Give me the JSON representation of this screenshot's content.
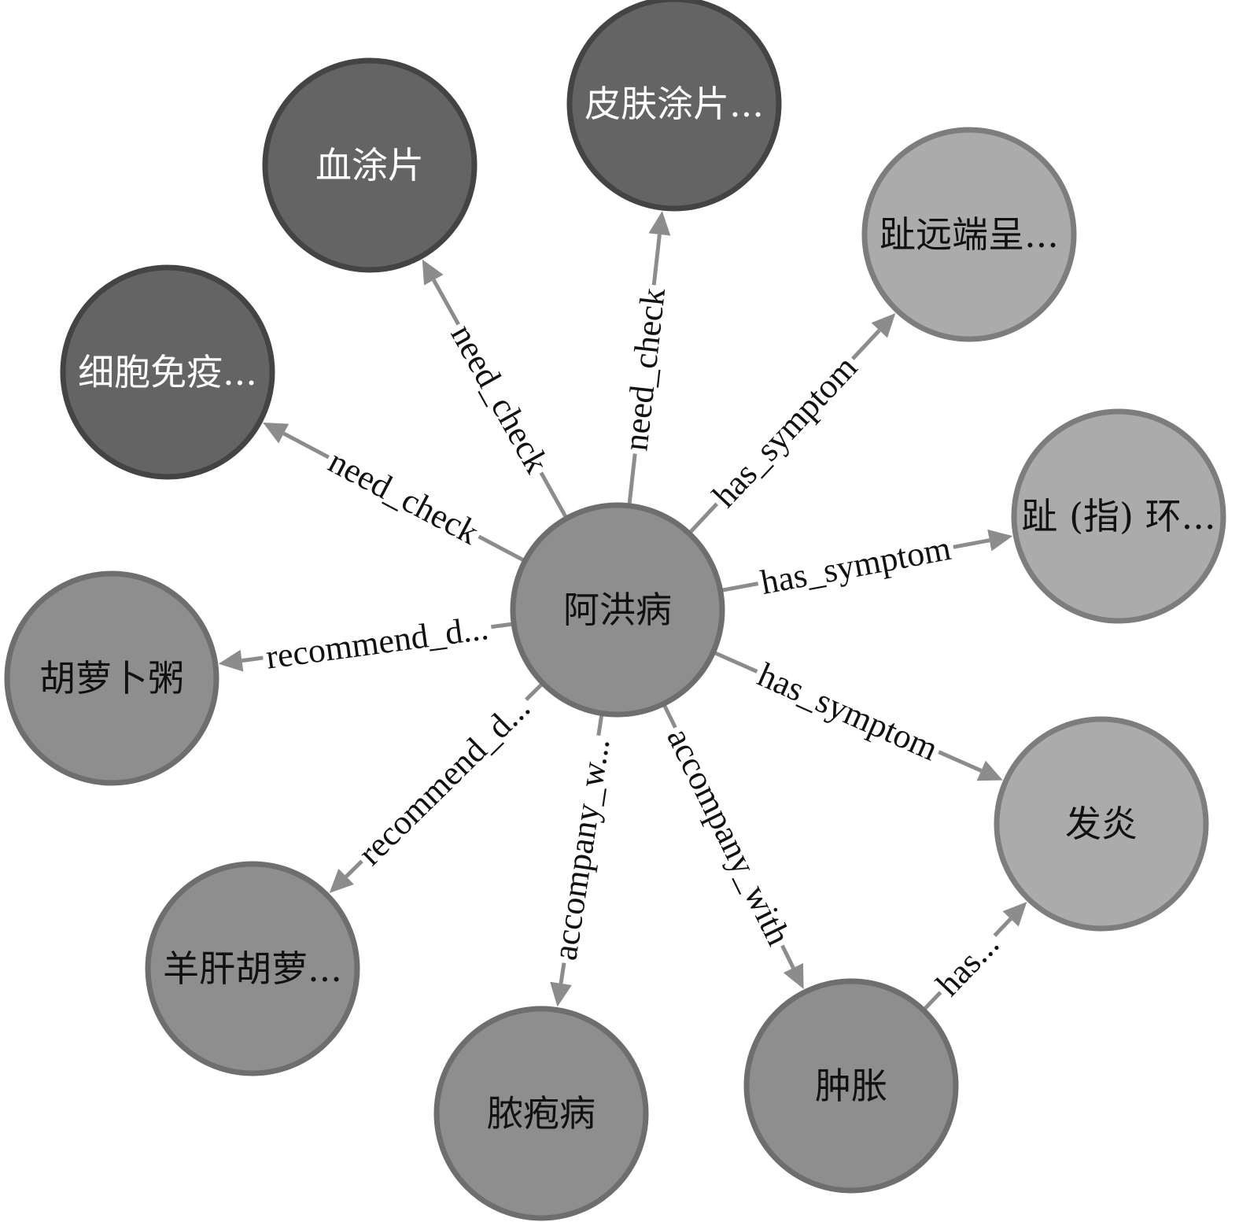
{
  "graph": {
    "center": {
      "id": "center",
      "label": "阿洪病",
      "tone": "medium"
    },
    "nodes": [
      {
        "id": "n1",
        "label": "血涂片",
        "tone": "dark"
      },
      {
        "id": "n2",
        "label": "皮肤涂片...",
        "tone": "dark"
      },
      {
        "id": "n3",
        "label": "趾远端呈...",
        "tone": "light"
      },
      {
        "id": "n4",
        "label": "趾 (指) 环...",
        "tone": "light"
      },
      {
        "id": "n5",
        "label": "发炎",
        "tone": "light"
      },
      {
        "id": "n6",
        "label": "肿胀",
        "tone": "medium"
      },
      {
        "id": "n7",
        "label": "脓疱病",
        "tone": "medium"
      },
      {
        "id": "n8",
        "label": "羊肝胡萝...",
        "tone": "medium"
      },
      {
        "id": "n9",
        "label": "胡萝卜粥",
        "tone": "medium"
      },
      {
        "id": "n10",
        "label": "细胞免疫...",
        "tone": "dark"
      }
    ],
    "edges": [
      {
        "from": "center",
        "to": "n1",
        "label": "need_check"
      },
      {
        "from": "center",
        "to": "n2",
        "label": "need_check"
      },
      {
        "from": "center",
        "to": "n3",
        "label": "has_symptom"
      },
      {
        "from": "center",
        "to": "n4",
        "label": "has_symptom"
      },
      {
        "from": "center",
        "to": "n5",
        "label": "has_symptom"
      },
      {
        "from": "center",
        "to": "n6",
        "label": "accompany_with"
      },
      {
        "from": "center",
        "to": "n7",
        "label": "accompany_w..."
      },
      {
        "from": "center",
        "to": "n8",
        "label": "recommend_d..."
      },
      {
        "from": "center",
        "to": "n9",
        "label": "recommend_d..."
      },
      {
        "from": "center",
        "to": "n10",
        "label": "need_check"
      },
      {
        "from": "n6",
        "to": "n5",
        "label": "has..."
      }
    ],
    "colors": {
      "dark": {
        "fill": "#646464",
        "stroke": "#444444",
        "text": "#ffffff"
      },
      "medium": {
        "fill": "#8e8e8e",
        "stroke": "#6e6e6e",
        "text": "#111111"
      },
      "light": {
        "fill": "#ababab",
        "stroke": "#7d7d7d",
        "text": "#111111"
      },
      "edge": "#8c8c8c"
    }
  }
}
